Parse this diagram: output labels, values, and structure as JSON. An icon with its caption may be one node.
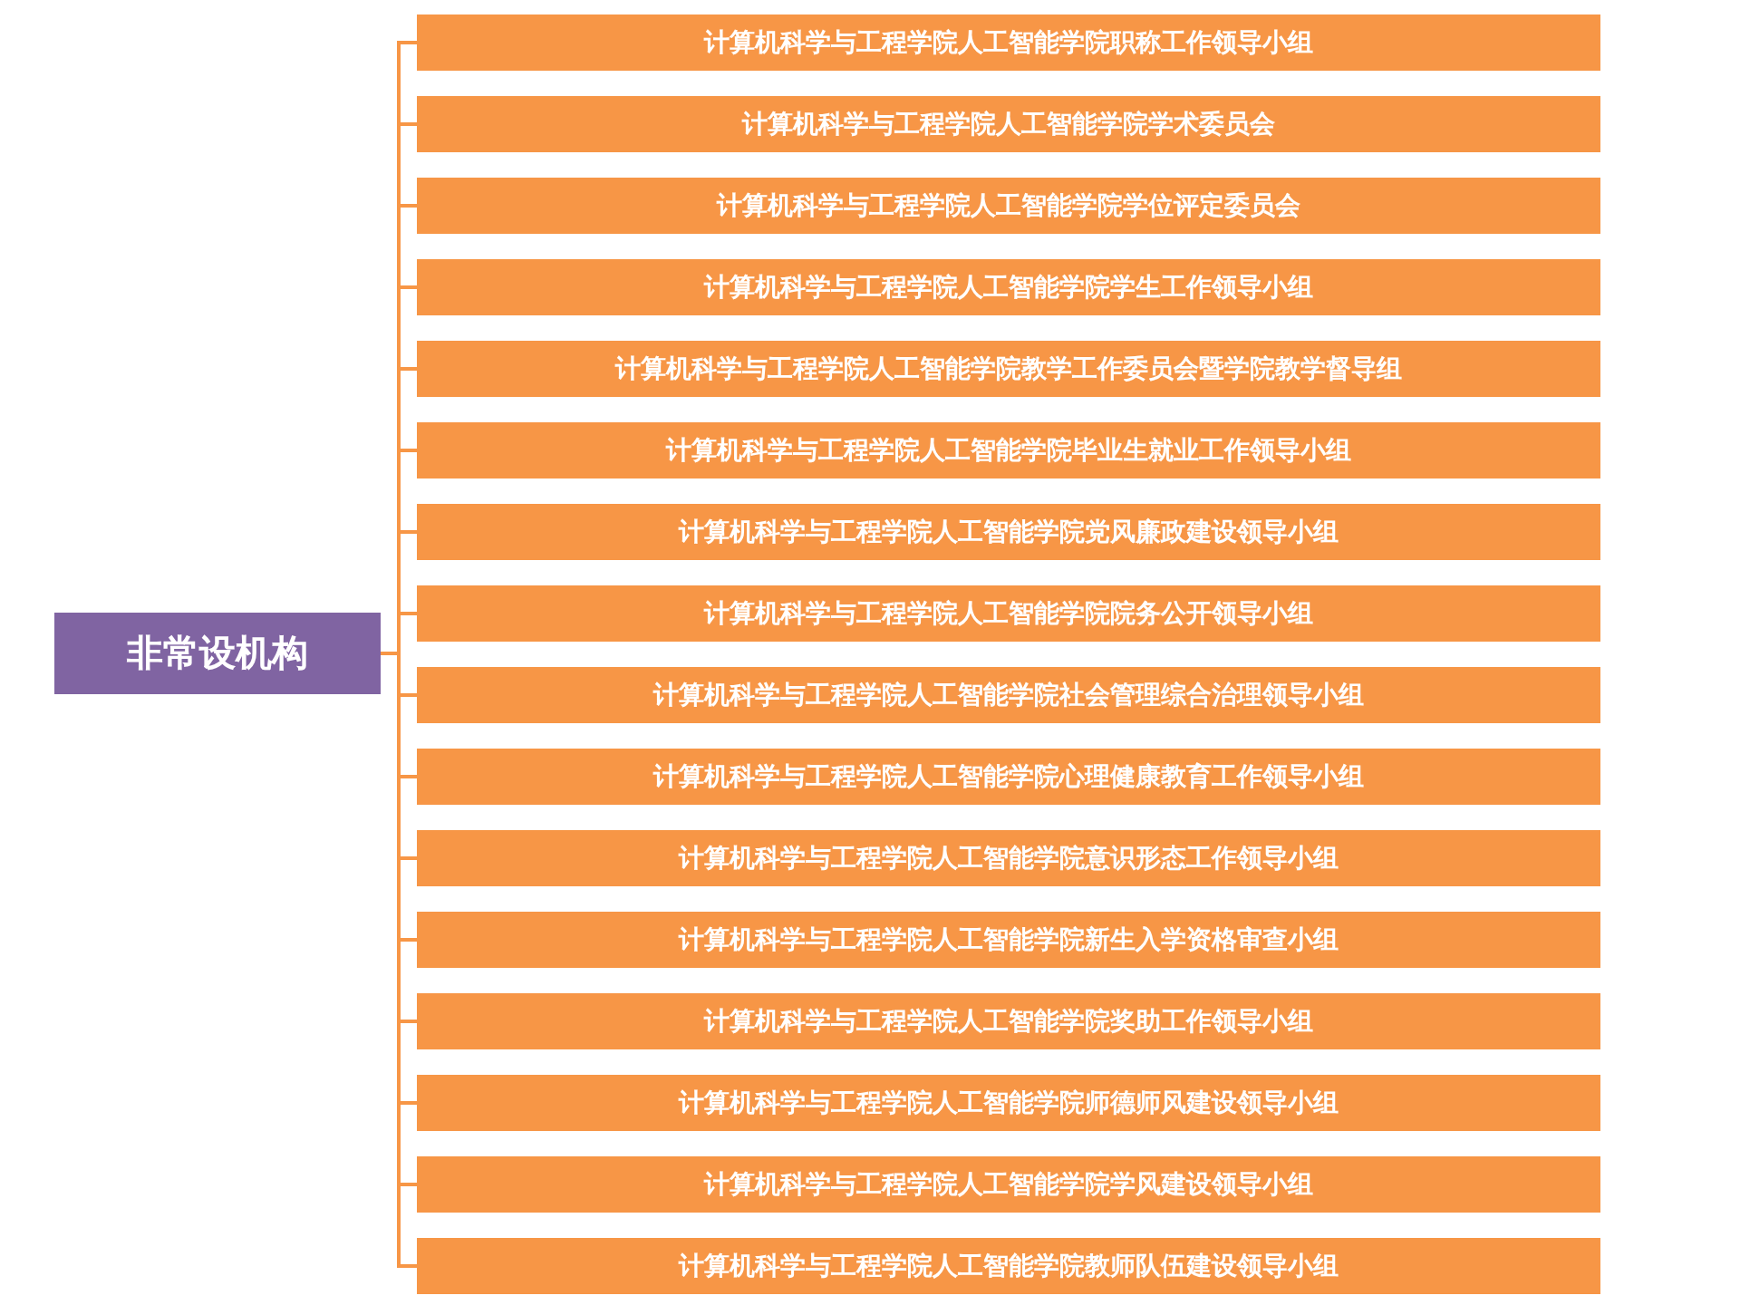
{
  "diagram": {
    "nodes": [
      {
        "text": [
          "非常设机构"
        ]
      },
      {
        "text": [
          "计算机科学与工程学院人工智能学院职称工作领导小组"
        ]
      },
      {
        "text": [
          "计算机科学与工程学院人工智能学院学术委员会"
        ]
      },
      {
        "text": [
          "计算机科学与工程学院人工智能学院学位评定委员会"
        ]
      },
      {
        "text": [
          "计算机科学与工程学院人工智能学院学生工作领导小组"
        ]
      },
      {
        "text": [
          "计算机科学与工程学院人工智能学院教学工作委员会暨学院教学督导组"
        ]
      },
      {
        "text": [
          "计算机科学与工程学院人工智能学院毕业生就业工作领导小组"
        ]
      },
      {
        "text": [
          "计算机科学与工程学院人工智能学院党风廉政建设领导小组"
        ]
      },
      {
        "text": [
          "计算机科学与工程学院人工智能学院院务公开领导小组"
        ]
      },
      {
        "text": [
          "计算机科学与工程学院人工智能学院社会管理综合治理领导小组"
        ]
      },
      {
        "text": [
          "计算机科学与工程学院人工智能学院心理健康教育工作领导小组"
        ]
      },
      {
        "text": [
          "计算机科学与工程学院人工智能学院意识形态工作领导小组"
        ]
      },
      {
        "text": [
          "计算机科学与工程学院人工智能学院新生入学资格审查小组"
        ]
      },
      {
        "text": [
          "计算机科学与工程学院人工智能学院奖助工作领导小组"
        ]
      },
      {
        "text": [
          "计算机科学与工程学院人工智能学院师德师风建设领导小组"
        ]
      },
      {
        "text": [
          "计算机科学与工程学院人工智能学院学风建设领导小组"
        ]
      },
      {
        "text": [
          "计算机科学与工程学院人工智能学院教师队伍建设领导小组"
        ]
      }
    ],
    "edges": [
      {
        "from": 0,
        "to": 1,
        "arrow": "none"
      },
      {
        "from": 0,
        "to": 2,
        "arrow": "none"
      },
      {
        "from": 0,
        "to": 3,
        "arrow": "none"
      },
      {
        "from": 0,
        "to": 4,
        "arrow": "none"
      },
      {
        "from": 0,
        "to": 5,
        "arrow": "none"
      },
      {
        "from": 0,
        "to": 6,
        "arrow": "none"
      },
      {
        "from": 0,
        "to": 7,
        "arrow": "none"
      },
      {
        "from": 0,
        "to": 8,
        "arrow": "none"
      },
      {
        "from": 0,
        "to": 9,
        "arrow": "none"
      },
      {
        "from": 0,
        "to": 10,
        "arrow": "none"
      },
      {
        "from": 0,
        "to": 11,
        "arrow": "none"
      },
      {
        "from": 0,
        "to": 12,
        "arrow": "none"
      },
      {
        "from": 0,
        "to": 13,
        "arrow": "none"
      },
      {
        "from": 0,
        "to": 14,
        "arrow": "none"
      },
      {
        "from": 0,
        "to": 15,
        "arrow": "none"
      },
      {
        "from": 0,
        "to": 16,
        "arrow": "none"
      }
    ]
  }
}
